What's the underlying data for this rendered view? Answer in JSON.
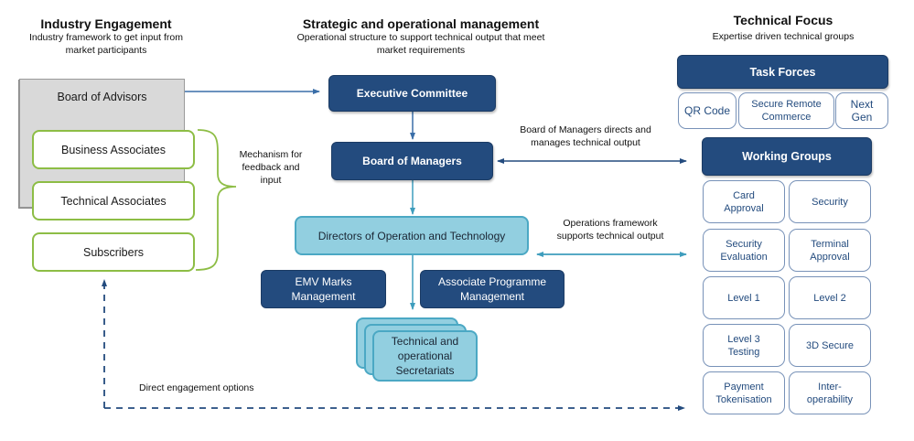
{
  "columns": {
    "industry": {
      "title": "Industry Engagement",
      "subtitle_line1": "Industry framework to get input from",
      "subtitle_line2": "market participants"
    },
    "strategic": {
      "title": "Strategic and operational management",
      "subtitle_line1": "Operational structure to support technical output that meet",
      "subtitle_line2": "market requirements"
    },
    "technical": {
      "title": "Technical Focus",
      "subtitle": "Expertise driven technical groups"
    }
  },
  "industry_boxes": {
    "board_of_advisors": "Board of Advisors",
    "business_associates": "Business Associates",
    "technical_associates": "Technical Associates",
    "subscribers": "Subscribers"
  },
  "management_boxes": {
    "executive_committee": "Executive Committee",
    "board_of_managers": "Board of Managers",
    "directors": "Directors of Operation and Technology",
    "emv_marks_line1": "EMV Marks",
    "emv_marks_line2": "Management",
    "associate_programme_line1": "Associate Programme",
    "associate_programme_line2": "Management",
    "secretariats_line1": "Technical and",
    "secretariats_line2": "operational",
    "secretariats_line3": "Secretariats"
  },
  "annotations": {
    "feedback_line1": "Mechanism for",
    "feedback_line2": "feedback and",
    "feedback_line3": "input",
    "bom_directs_line1": "Board of Managers directs and",
    "bom_directs_line2": "manages technical output",
    "ops_framework_line1": "Operations framework",
    "ops_framework_line2": "supports technical output",
    "direct_engagement": "Direct engagement options"
  },
  "task_forces": {
    "header": "Task Forces",
    "items": [
      {
        "line1": "QR Code",
        "line2": ""
      },
      {
        "line1": "Secure Remote",
        "line2": "Commerce"
      },
      {
        "line1": "Next",
        "line2": "Gen"
      }
    ]
  },
  "working_groups": {
    "header": "Working Groups",
    "items": [
      {
        "line1": "Card",
        "line2": "Approval"
      },
      {
        "line1": "Security",
        "line2": ""
      },
      {
        "line1": "Security",
        "line2": "Evaluation"
      },
      {
        "line1": "Terminal",
        "line2": "Approval"
      },
      {
        "line1": "Level 1",
        "line2": ""
      },
      {
        "line1": "Level 2",
        "line2": ""
      },
      {
        "line1": "Level 3",
        "line2": "Testing"
      },
      {
        "line1": "3D Secure",
        "line2": ""
      },
      {
        "line1": "Payment",
        "line2": "Tokenisation"
      },
      {
        "line1": "Inter-",
        "line2": "operability"
      }
    ]
  },
  "colors": {
    "dark_blue": "#234b7e",
    "light_blue": "#92cfe0",
    "green_outline": "#8dbd45",
    "gray_fill": "#d9d9d9"
  }
}
